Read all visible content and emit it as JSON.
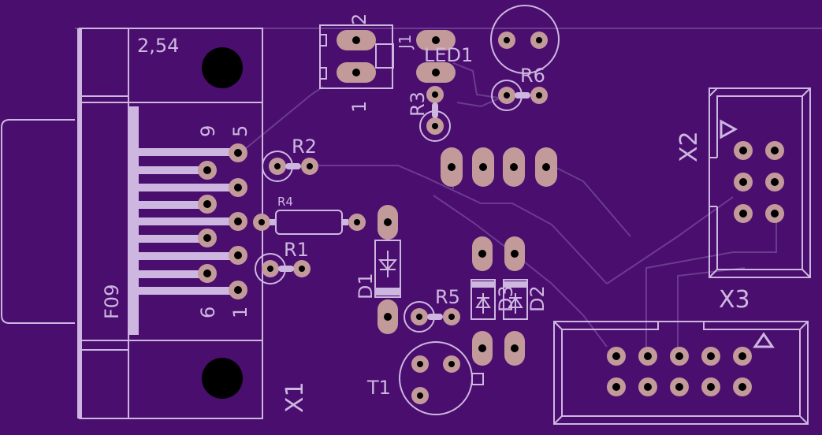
{
  "colors": {
    "board": "#4a0e6e",
    "silk": "#cdb7e0",
    "copper": "#c39a9a",
    "trace": "#6b3c8e",
    "drill": "#000000"
  },
  "labels": {
    "grid": "2,54",
    "x1": "X1",
    "f09": "F09",
    "pin9": "9",
    "pin5": "5",
    "pin6": "6",
    "pin1": "1",
    "j1": "J1",
    "j1_pin2": "2",
    "j1_pin1": "1",
    "led1": "LED1",
    "r6": "R6",
    "r3": "R3",
    "r2": "R2",
    "r4": "R4",
    "r1": "R1",
    "d1": "D1",
    "r5": "R5",
    "d3": "D3",
    "d2": "D2",
    "t1": "T1",
    "x2": "X2",
    "x3": "X3"
  }
}
